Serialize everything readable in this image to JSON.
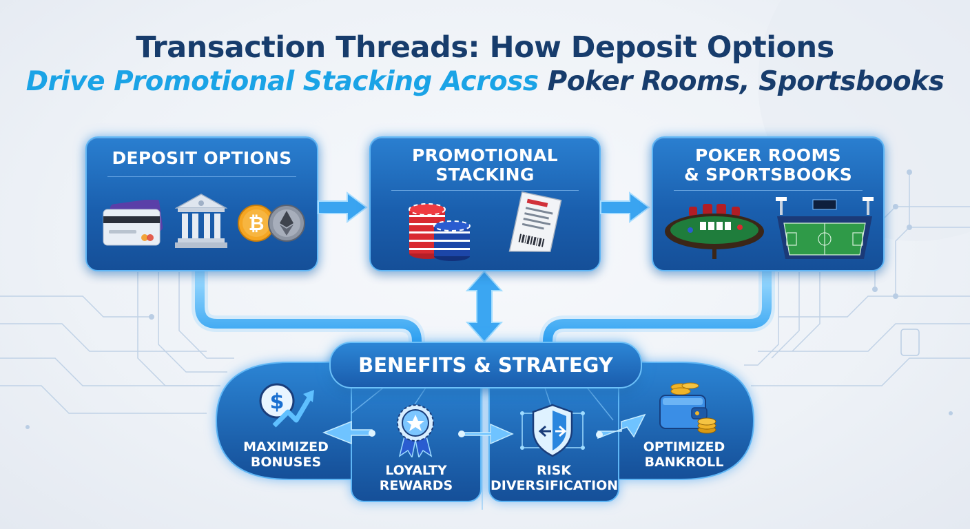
{
  "title": {
    "line1": "Transaction Threads: How Deposit Options",
    "line2_highlight": "Drive Promotional Stacking Across",
    "line2_rest": "Poker Rooms, Sportsbooks"
  },
  "stages": [
    {
      "title": "DEPOSIT OPTIONS",
      "icons": [
        "credit-card-icon",
        "bank-icon",
        "bitcoin-icon",
        "ethereum-icon"
      ]
    },
    {
      "title_line1": "PROMOTIONAL",
      "title_line2": "STACKING",
      "icons": [
        "poker-chips-icon",
        "receipt-icon"
      ]
    },
    {
      "title_line1": "POKER ROOMS",
      "title_line2": "& SPORTSBOOKS",
      "icons": [
        "poker-table-icon",
        "stadium-icon"
      ]
    }
  ],
  "hub": {
    "label": "BENEFITS & STRATEGY"
  },
  "benefits": [
    {
      "line1": "MAXIMIZED",
      "line2": "BONUSES",
      "icon": "dollar-growth-icon"
    },
    {
      "line1": "LOYALTY",
      "line2": "REWARDS",
      "icon": "award-ribbon-icon"
    },
    {
      "line1": "RISK",
      "line2": "DIVERSIFICATION",
      "icon": "shield-icon"
    },
    {
      "line1": "OPTIMIZED",
      "line2": "BANKROLL",
      "icon": "wallet-icon"
    }
  ],
  "colors": {
    "navy": "#173c6c",
    "accent": "#1aa3e6",
    "card": "#1a5fae",
    "glow": "#5fb6f5"
  }
}
